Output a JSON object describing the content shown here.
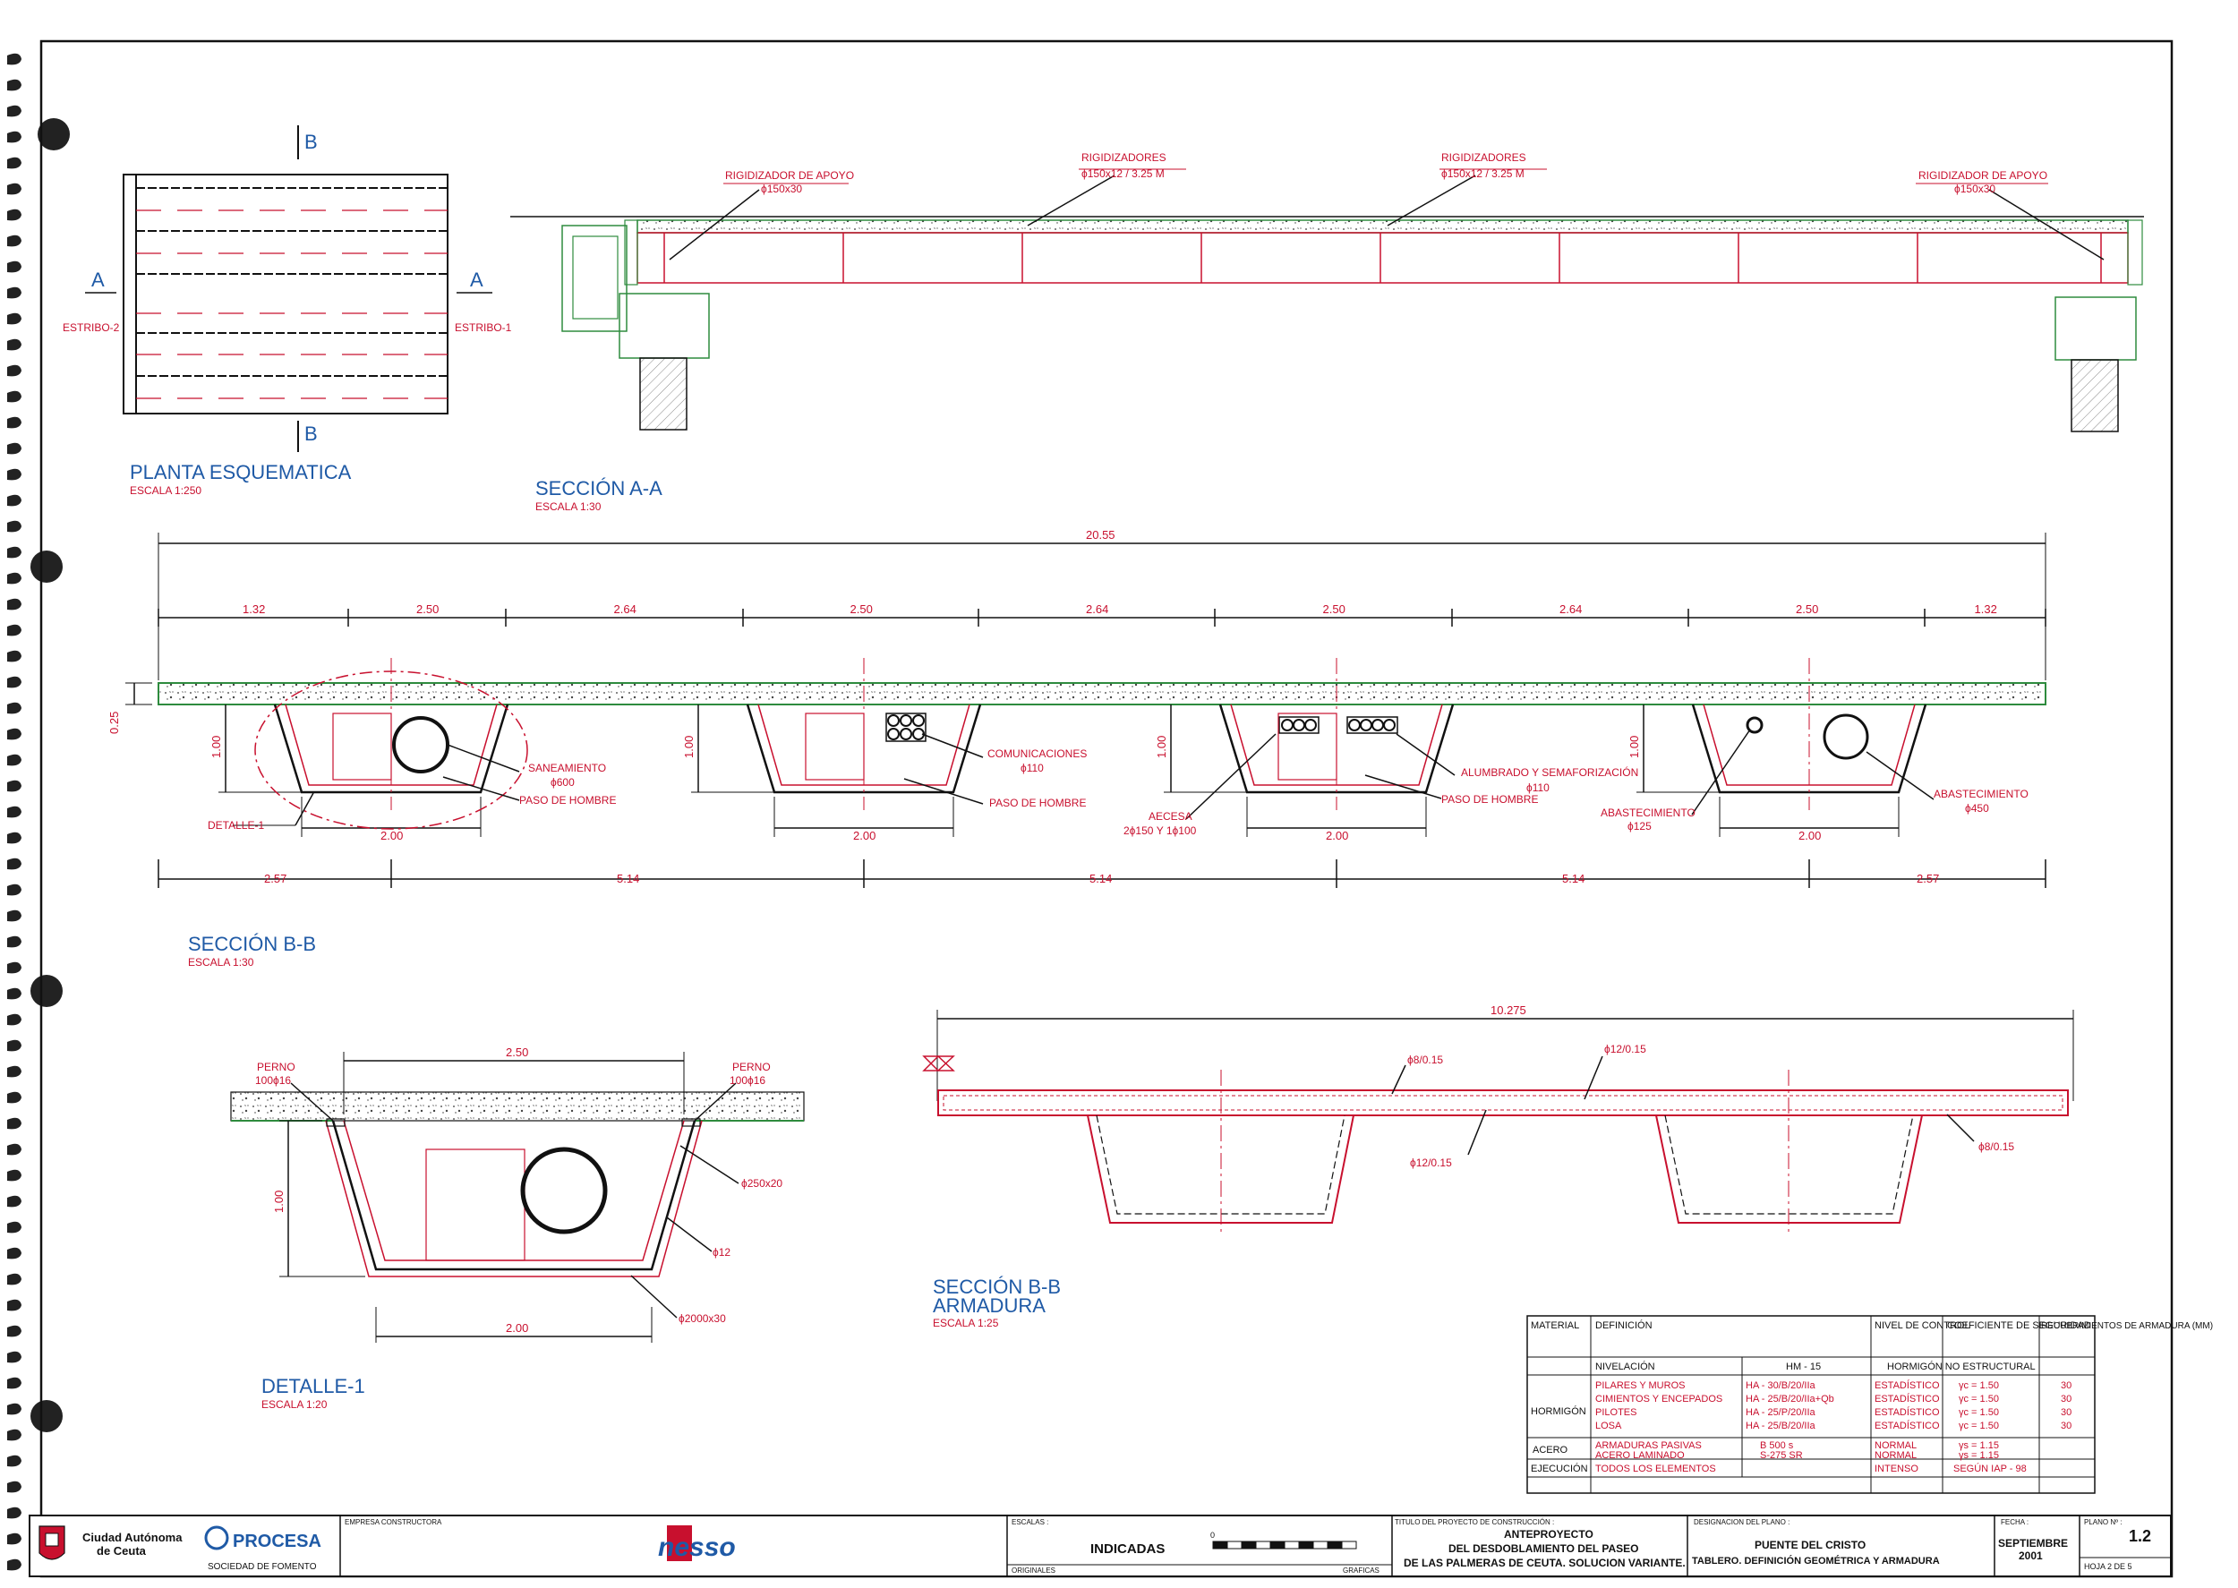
{
  "colors": {
    "red": "#c8102e",
    "blue": "#1f5aa6",
    "green": "#2e8b3e",
    "line": "#111111"
  },
  "planta": {
    "title": "PLANTA ESQUEMATICA",
    "scale": "ESCALA 1:250",
    "mark_a": "A",
    "mark_b": "B",
    "estribo_left": "ESTRIBO-2",
    "estribo_right": "ESTRIBO-1"
  },
  "seccion_aa": {
    "title": "SECCIÓN A-A",
    "scale": "ESCALA 1:30",
    "rig_apoyo_l1": "RIGIDIZADOR DE APOYO",
    "rig_apoyo_l2": "ϕ150x30",
    "rig_l1": "RIGIDIZADORES",
    "rig_l2": "ϕ150x12 / 3.25 M"
  },
  "seccion_bb": {
    "title": "SECCIÓN B-B",
    "scale": "ESCALA 1:30",
    "total": "20.55",
    "top_dims": [
      "1.32",
      "2.50",
      "2.64",
      "2.50",
      "2.64",
      "2.50",
      "2.64",
      "2.50",
      "1.32"
    ],
    "bottom_dims": [
      "2.57",
      "5.14",
      "5.14",
      "5.14",
      "2.57"
    ],
    "box_width": "2.00",
    "depth": "1.00",
    "slab": "0.25",
    "labels": {
      "saneamiento": "SANEAMIENTO",
      "saneamiento_d": "ϕ600",
      "paso": "PASO DE HOMBRE",
      "comunicaciones": "COMUNICACIONES",
      "comunicaciones_d": "ϕ110",
      "alumbrado": "ALUMBRADO Y SEMAFORIZACIÓN",
      "alumbrado_d": "ϕ110",
      "aecesa": "AECESA",
      "aecesa_d": "2ϕ150 Y 1ϕ100",
      "abastecimiento": "ABASTECIMIENTO",
      "abastecimiento_d1": "ϕ125",
      "abastecimiento_d2": "ϕ450",
      "detalle": "DETALLE-1"
    }
  },
  "detalle": {
    "title": "DETALLE-1",
    "scale": "ESCALA 1:20",
    "top": "2.50",
    "bottom": "2.00",
    "depth": "1.00",
    "perno": "PERNO",
    "perno_d": "100ϕ16",
    "p1": "ϕ250x20",
    "p2": "ϕ12",
    "p3": "ϕ2000x30"
  },
  "armadura": {
    "title1": "SECCIÓN B-B",
    "title2": "ARMADURA",
    "scale": "ESCALA 1:25",
    "total": "10.275",
    "r1": "ϕ8/0.15",
    "r2": "ϕ12/0.15",
    "r3": "ϕ12/0.15",
    "r4": "ϕ8/0.15"
  },
  "mat_table": {
    "h_material": "MATERIAL",
    "h_definicion": "DEFINICIÓN",
    "h_nivel": "NIVEL DE CONTROL",
    "h_coef": "COEFICIENTE DE SEGURIDAD",
    "h_recub": "RECUBRIMIENTOS DE ARMADURA (MM)",
    "nivelacion": "NIVELACIÓN",
    "nivelacion_val": "HM - 15",
    "nivelacion_ctrl": "HORMIGÓN NO ESTRUCTURAL",
    "hormigon": "HORMIGÓN",
    "hormigon_rows": [
      {
        "def": "PILARES Y MUROS",
        "tipo": "HA - 30/B/20/IIa",
        "ctrl": "ESTADÍSTICO",
        "coef": "γc = 1.50",
        "rec": "30"
      },
      {
        "def": "CIMIENTOS Y ENCEPADOS",
        "tipo": "HA - 25/B/20/IIa+Qb",
        "ctrl": "ESTADÍSTICO",
        "coef": "γc = 1.50",
        "rec": "30"
      },
      {
        "def": "PILOTES",
        "tipo": "HA - 25/P/20/IIa",
        "ctrl": "ESTADÍSTICO",
        "coef": "γc = 1.50",
        "rec": "30"
      },
      {
        "def": "LOSA",
        "tipo": "HA - 25/B/20/IIa",
        "ctrl": "ESTADÍSTICO",
        "coef": "γc = 1.50",
        "rec": "30"
      }
    ],
    "acero": "ACERO",
    "acero_rows": [
      {
        "def": "ARMADURAS PASIVAS",
        "tipo": "B 500 s",
        "ctrl": "NORMAL",
        "coef": "γs = 1.15"
      },
      {
        "def": "ACERO LAMINADO",
        "tipo": "S-275 SR",
        "ctrl": "NORMAL",
        "coef": "γs = 1.15"
      }
    ],
    "ejecucion": "EJECUCIÓN",
    "ejec_def": "TODOS LOS ELEMENTOS",
    "ejec_ctrl": "INTENSO",
    "ejec_coef": "SEGÚN IAP - 98"
  },
  "title_block": {
    "ceuta1": "Ciudad Autónoma",
    "ceuta2": "de Ceuta",
    "procesa": "PROCESA",
    "procesa_sub": "SOCIEDAD DE FOMENTO",
    "empresa_label": "EMPRESA CONSTRUCTORA",
    "logo": "nesso",
    "escalas_label": "ESCALAS :",
    "escalas_val": "INDICADAS",
    "originales": "ORIGINALES",
    "graficas": "GRAFICAS",
    "scale_zero": "0",
    "titulo_label": "TITULO DEL PROYECTO DE CONSTRUCCIÓN :",
    "titulo1": "ANTEPROYECTO",
    "titulo2": "DEL DESDOBLAMIENTO DEL PASEO",
    "titulo3": "DE LAS PALMERAS DE CEUTA. SOLUCION VARIANTE.",
    "designacion_label": "DESIGNACION DEL PLANO :",
    "designacion1": "PUENTE DEL CRISTO",
    "designacion2": "TABLERO. DEFINICIÓN GEOMÉTRICA Y ARMADURA",
    "fecha_label": "FECHA :",
    "fecha1": "SEPTIEMBRE",
    "fecha2": "2001",
    "plano_label": "PLANO Nº :",
    "plano_val": "1.2",
    "hoja": "HOJA 2 DE 5"
  }
}
